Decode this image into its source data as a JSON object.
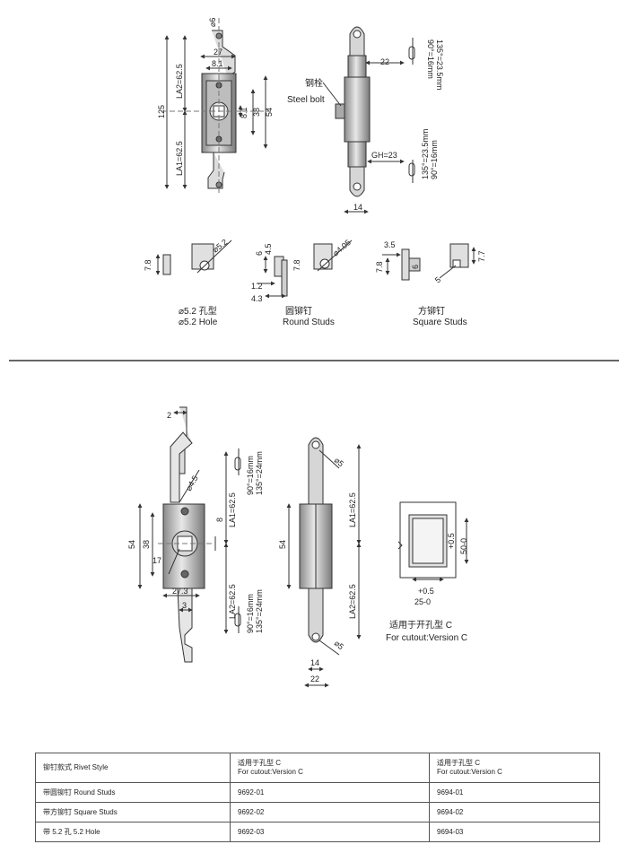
{
  "top_front": {
    "d_phi6": "⌀6",
    "d_27": "27",
    "d_8_1": "8.1",
    "d_la2": "LA2=62.5",
    "d_la1": "LA1=62.5",
    "d_125": "125",
    "d_8_1b": "8.1",
    "d_38": "38",
    "d_54": "54"
  },
  "top_side": {
    "label_bolt_cn": "钢栓",
    "label_bolt_en": "Steel bolt",
    "d_22": "22",
    "d_top_90": "90°=16mm",
    "d_top_135": "135°=23.5mm",
    "d_gh": "GH=23",
    "d_bot_135": "135°=23.5mm",
    "d_bot_90": "90°=16mm",
    "d_14": "14"
  },
  "hole_detail": {
    "d_7_8": "7.8",
    "d_phi5_2": "⌀5.2",
    "caption_cn": "⌀5.2 孔型",
    "caption_en": "⌀5.2 Hole"
  },
  "round_detail": {
    "d_6": "6",
    "d_4_5": "4.5",
    "d_7_8": "7.8",
    "d_phi4_05": "⌀4.05",
    "d_1_2": "1.2",
    "d_4_3": "4.3",
    "caption_cn": "圆铆钉",
    "caption_en": "Round Studs"
  },
  "square_detail": {
    "d_3_5": "3.5",
    "d_6": "6",
    "d_7_8": "7.8",
    "d_7_7": "7.7",
    "d_5": "5",
    "caption_cn": "方铆钉",
    "caption_en": "Square Studs"
  },
  "bottom_front": {
    "d_2": "2",
    "d_phi4_5": "⌀4.5",
    "d_54": "54",
    "d_38": "38",
    "d_8": "8",
    "d_17": "17",
    "d_27_3": "27.3",
    "d_3": "3",
    "d_la1": "LA1=62.5",
    "d_la2": "LA2=62.5",
    "d_top_90": "90°=16mm",
    "d_top_135": "135°=24mm",
    "d_bot_90": "90°=16mm",
    "d_bot_135": "135°=24mm"
  },
  "bottom_side": {
    "d_phi5_top": "⌀5",
    "d_54": "54",
    "d_la1": "LA1=62.5",
    "d_la2": "LA2=62.5",
    "d_phi5_bot": "⌀5",
    "d_14": "14",
    "d_22": "22"
  },
  "cutout": {
    "d_tol_top": "+0.5",
    "d_50": "50-0",
    "d_tol_bot": "+0.5",
    "d_25": "25-0",
    "caption_cn": "适用于开孔型 C",
    "caption_en": "For cutout:Version C"
  },
  "table": {
    "header": {
      "col1": "铆钉款式 Rivet Style",
      "col2_cn": "适用于孔型 C",
      "col2_en": "For cutout:Version C",
      "col3_cn": "适用于孔型 C",
      "col3_en": "For cutout:Version C"
    },
    "rows": [
      {
        "style": "带圆铆钉 Round Studs",
        "a": "9692-01",
        "b": "9694-01"
      },
      {
        "style": "带方铆钉 Square Studs",
        "a": "9692-02",
        "b": "9694-02"
      },
      {
        "style": "带 5.2 孔 5.2 Hole",
        "a": "9692-03",
        "b": "9694-03"
      }
    ]
  }
}
